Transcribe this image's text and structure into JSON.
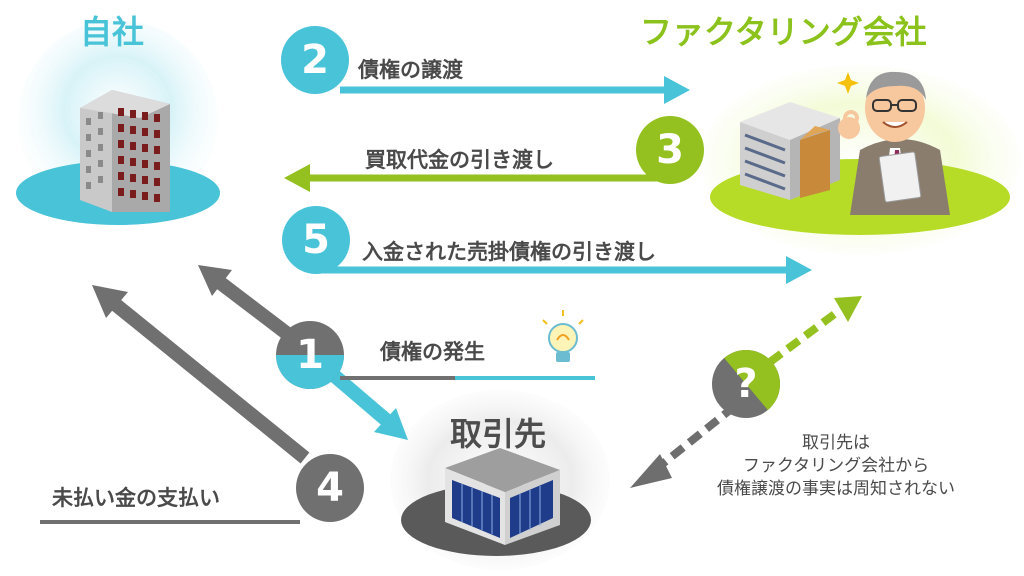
{
  "nodes": {
    "company": {
      "title": "自社",
      "color": "#48c3d8"
    },
    "factoring": {
      "title": "ファクタリング会社",
      "color": "#8cc21c"
    },
    "client": {
      "title": "取引先",
      "color": "#555555"
    }
  },
  "steps": [
    {
      "number": "1",
      "label": "債権の発生"
    },
    {
      "number": "2",
      "label": "債権の譲渡"
    },
    {
      "number": "3",
      "label": "買取代金の引き渡し"
    },
    {
      "number": "4",
      "label": "未払い金の支払い"
    },
    {
      "number": "5",
      "label": "入金された売掛債権の引き渡し"
    }
  ],
  "unknown": {
    "symbol": "?"
  },
  "note": {
    "lines": [
      "取引先は",
      "ファクタリング会社から",
      "債権譲渡の事実は周知されない"
    ]
  },
  "icons": {
    "building": "office-building-icon",
    "person": "businessman-icon",
    "bulb": "lightbulb-icon",
    "arrow": "arrow-icon"
  },
  "colors": {
    "cyan": "#48c3d8",
    "green": "#8cc21c",
    "gray": "#6e6e6e",
    "dark": "#555555"
  }
}
